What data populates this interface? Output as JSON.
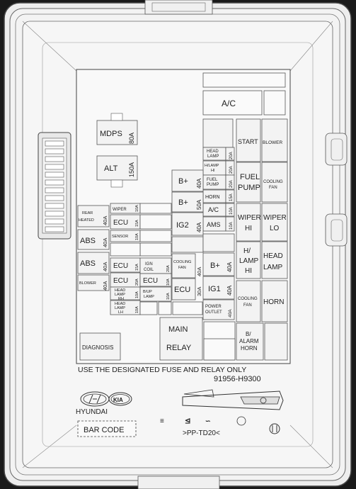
{
  "labels": {
    "mdps": "MDPS",
    "mdps_amp": "80A",
    "alt": "ALT",
    "alt_amp": "150A",
    "ac": "A/C",
    "head_lamp_top": [
      "HEAD",
      "LAMP"
    ],
    "hlamp_hi": [
      "H/LAMP",
      "HI"
    ],
    "fuel_pump_small": [
      "FUEL",
      "PUMP"
    ],
    "horn_small": "HORN",
    "ac_small": "A/C",
    "ams": "AMS",
    "start": "START",
    "blower_relay": "BLOWER",
    "fuel_pump_relay": [
      "FUEL",
      "PUMP"
    ],
    "cooling_fan_relay": [
      "COOLING",
      "FAN"
    ],
    "wiper_hi": [
      "WIPER",
      "HI"
    ],
    "wiper_lo": [
      "WIPER",
      "LO"
    ],
    "hlamp_hi_relay": [
      "H/",
      "LAMP",
      "HI"
    ],
    "head_lamp_relay": [
      "HEAD",
      "LAMP"
    ],
    "cooling_fan_r2": [
      "COOLING",
      "FAN"
    ],
    "horn_relay": "HORN",
    "balarm_horn": [
      "B/",
      "ALARM",
      "HORN"
    ],
    "b_plus": "B+",
    "ig2": "IG2",
    "ig1": "IG1",
    "b_plus_2": "B+",
    "amp_40a": "40A",
    "amp_50a": "50A",
    "amp_30a": "30A",
    "amp_10a": "10A",
    "amp_15a": "15A",
    "amp_20a": "20A",
    "rear_heated": [
      "REAR",
      "HEATED"
    ],
    "abs": "ABS",
    "blower": "BLOWER",
    "wiper": "WIPER",
    "ecu": "ECU",
    "sensor": "SENSOR",
    "ign_coil": [
      "IGN",
      "COIL"
    ],
    "head_lamp_rh": [
      "HEAD",
      "LAMP",
      "RH"
    ],
    "head_lamp_lh": [
      "HEAD",
      "LAMP",
      "LH"
    ],
    "bup_lamp": [
      "B/UP",
      "LAMP"
    ],
    "cooling_fan_small": [
      "COOLING",
      "FAN"
    ],
    "power_outlet": [
      "POWER",
      "OUTLET"
    ],
    "main_relay": [
      "MAIN",
      "RELAY"
    ],
    "diagnosis": "DIAGNOSIS",
    "notice": "USE THE DESIGNATED FUSE AND RELAY ONLY",
    "part_no": "91956-H9300",
    "hyundai": "HYUNDAI",
    "bar_code": "BAR CODE",
    "material": ">PP-TD20<",
    "kia": "KIA"
  },
  "colors": {
    "background": "#1a1a1a",
    "plastic": "#f4f4f4",
    "line": "#555555",
    "text": "#222222"
  }
}
